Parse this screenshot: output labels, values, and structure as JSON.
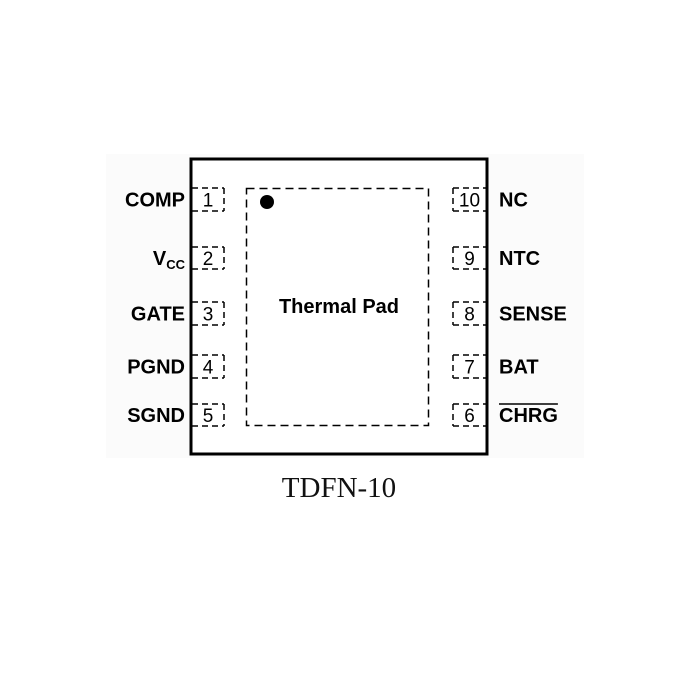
{
  "package_name": "TDFN-10",
  "thermal_pad_label": "Thermal Pad",
  "left_pins": [
    {
      "number": "1",
      "name": "COMP"
    },
    {
      "number": "2",
      "name": "V",
      "subscript": "CC"
    },
    {
      "number": "3",
      "name": "GATE"
    },
    {
      "number": "4",
      "name": "PGND"
    },
    {
      "number": "5",
      "name": "SGND"
    }
  ],
  "right_pins": [
    {
      "number": "10",
      "name": "NC"
    },
    {
      "number": "9",
      "name": "NTC"
    },
    {
      "number": "8",
      "name": "SENSE"
    },
    {
      "number": "7",
      "name": "BAT"
    },
    {
      "number": "6",
      "name": "CHRG",
      "overline": true
    }
  ]
}
